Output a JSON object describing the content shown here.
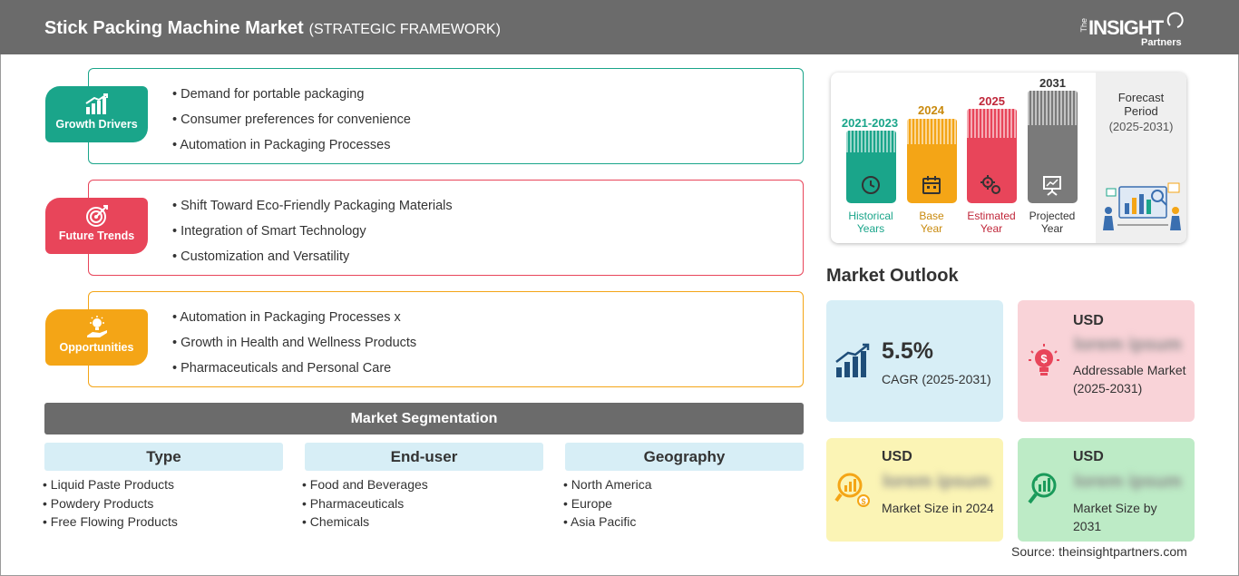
{
  "header": {
    "title": "Stick Packing Machine Market",
    "subtitle": "(STRATEGIC FRAMEWORK)",
    "logo": {
      "the": "The",
      "main": "INSIGHT",
      "partners": "Partners"
    }
  },
  "colors": {
    "growth": "#1aa58a",
    "trends": "#e8455a",
    "opportunities": "#f4a516",
    "header": "#6b6b6b"
  },
  "sections": [
    {
      "label": "Growth Drivers",
      "icon": "growth-chart-icon",
      "items": [
        "Demand for portable packaging",
        "Consumer preferences for convenience",
        "Automation in Packaging Processes"
      ]
    },
    {
      "label": "Future Trends",
      "icon": "target-icon",
      "items": [
        "Shift Toward Eco-Friendly Packaging Materials",
        "Integration of Smart Technology",
        "Customization and Versatility"
      ]
    },
    {
      "label": "Opportunities",
      "icon": "lightbulb-hand-icon",
      "items": [
        "Automation in Packaging Processes x",
        "Growth in Health and Wellness Products",
        "Pharmaceuticals and Personal Care"
      ]
    }
  ],
  "segmentation": {
    "title": "Market Segmentation",
    "columns": [
      {
        "head": "Type",
        "items": [
          "Liquid Paste Products",
          "Powdery Products",
          "Free Flowing Products"
        ]
      },
      {
        "head": "End-user",
        "items": [
          "Food and Beverages",
          "Pharmaceuticals",
          "Chemicals"
        ]
      },
      {
        "head": "Geography",
        "items": [
          "North America",
          "Europe",
          "Asia Pacific"
        ]
      }
    ]
  },
  "timeline": {
    "bars": [
      {
        "year": "2021-2023",
        "label1": "Historical",
        "label2": "Years",
        "color": "#1aa58a",
        "icon": "clock-icon"
      },
      {
        "year": "2024",
        "label1": "Base",
        "label2": "Year",
        "color": "#f4a516",
        "icon": "calendar-icon"
      },
      {
        "year": "2025",
        "label1": "Estimated",
        "label2": "Year",
        "color": "#e8455a",
        "icon": "gears-icon"
      },
      {
        "year": "2031",
        "label1": "Projected",
        "label2": "Year",
        "color": "#7a7a7a",
        "icon": "presentation-icon"
      }
    ],
    "forecast": {
      "line1": "Forecast",
      "line2": "Period",
      "line3": "(2025-2031)"
    }
  },
  "outlook": {
    "title": "Market Outlook",
    "cagr": {
      "value": "5.5%",
      "label": "CAGR (2025-2031)",
      "icon": "growth-chart-icon"
    },
    "addressable": {
      "usd": "USD",
      "value": "lorem ipsum",
      "label": "Addressable Market (2025-2031)",
      "icon": "lightbulb-dollar-icon"
    },
    "size2024": {
      "usd": "USD",
      "value": "lorem ipsum",
      "label": "Market Size in 2024",
      "icon": "magnifier-chart-icon"
    },
    "size2031": {
      "usd": "USD",
      "value": "lorem ipsum",
      "label": "Market Size by 2031",
      "icon": "magnifier-bars-icon"
    }
  },
  "source": "Source: theinsightpartners.com"
}
